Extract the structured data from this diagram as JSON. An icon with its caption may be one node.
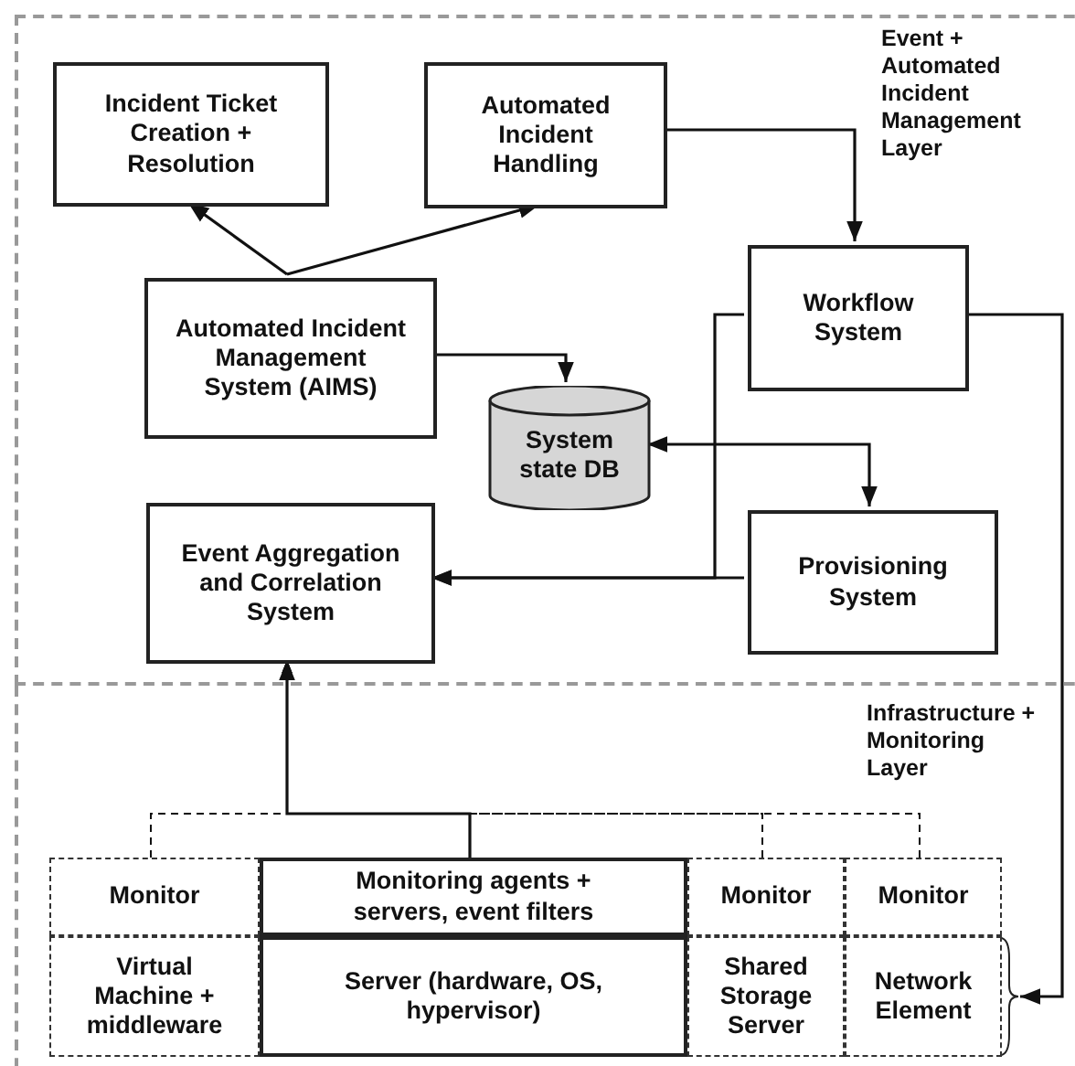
{
  "diagram": {
    "nodes": [
      {
        "text": [
          "Event + Automated Incident Management Layer"
        ]
      },
      {
        "text": [
          "Incident Ticket Creation + Resolution"
        ],
        "in": 0
      },
      {
        "text": [
          "Automated Incident Handling"
        ],
        "in": 0
      },
      {
        "text": [
          "Workflow System"
        ],
        "in": 0
      },
      {
        "text": [
          "Automated Incident Management System (AIMS)"
        ],
        "in": 0
      },
      {
        "text": [
          "System state DB"
        ],
        "in": 0
      },
      {
        "text": [
          "Event Aggregation and Correlation System"
        ],
        "in": 0
      },
      {
        "text": [
          "Provisioning System"
        ],
        "in": 0
      },
      {
        "text": [
          "Infrastructure + Monitoring Layer"
        ]
      },
      {
        "text": [
          "Monitor"
        ],
        "in": 8
      },
      {
        "text": [
          "Monitoring agents + servers, event filters"
        ],
        "in": 8
      },
      {
        "text": [
          "Monitor"
        ],
        "in": 8
      },
      {
        "text": [
          "Monitor"
        ],
        "in": 8
      },
      {
        "text": [
          "Virtual Machine + middleware"
        ],
        "in": 8
      },
      {
        "text": [
          "Server (hardware, OS, hypervisor)"
        ],
        "in": 8
      },
      {
        "text": [
          "Shared Storage Server"
        ],
        "in": 8
      },
      {
        "text": [
          "Network Element"
        ],
        "in": 8
      }
    ],
    "edges": [
      {
        "from": 4,
        "to": 1,
        "arrow": "to"
      },
      {
        "from": 4,
        "to": 2,
        "arrow": "to"
      },
      {
        "from": 2,
        "to": 3,
        "arrow": "to"
      },
      {
        "from": 4,
        "to": 5,
        "arrow": "to"
      },
      {
        "from": 5,
        "to": 7,
        "arrow": "both"
      },
      {
        "from": 3,
        "to": 6,
        "arrow": "to"
      },
      {
        "from": 7,
        "to": 6,
        "arrow": "to"
      },
      {
        "from": 3,
        "to": 16,
        "arrow": "to"
      },
      {
        "from": 9,
        "to": 6,
        "arrow": "to",
        "style": "dashed"
      },
      {
        "from": 11,
        "to": 6,
        "arrow": "to",
        "style": "dashed"
      },
      {
        "from": 12,
        "to": 6,
        "arrow": "to",
        "style": "dashed"
      },
      {
        "from": 10,
        "to": 6,
        "arrow": "to"
      }
    ]
  }
}
